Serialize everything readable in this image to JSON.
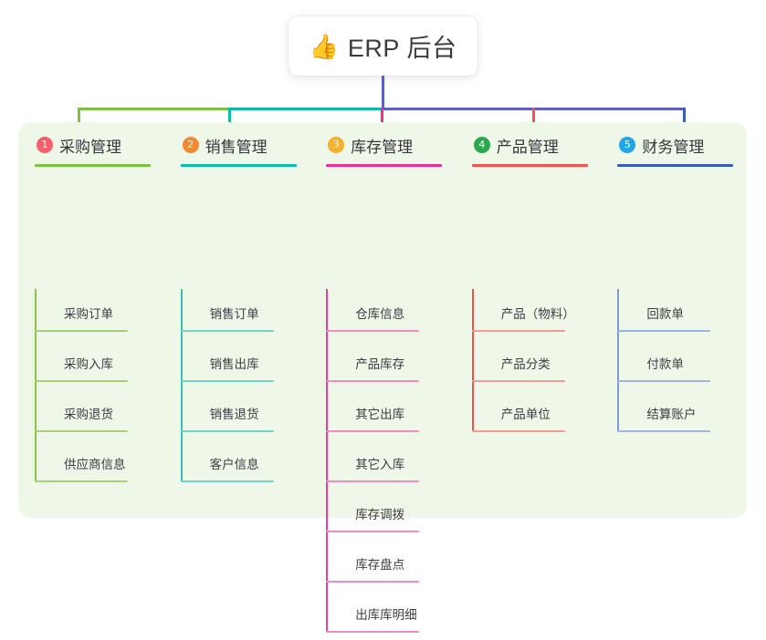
{
  "root": {
    "icon": "thumbs-up-icon",
    "icon_glyph": "👍",
    "title": "ERP 后台"
  },
  "theme": {
    "panel_background": "#eff7e9",
    "page_background": "#ffffff",
    "trunk_color": "#5b5fc7",
    "text_color": "#35353a"
  },
  "columns": [
    {
      "number": "1",
      "title": "采购管理",
      "badge_color": "#F4606C",
      "rule_color": "#7DC242",
      "spine_color": "#8CC63E",
      "item_rule_color": "#a6d178",
      "connector_color": "#7DC242",
      "items": [
        {
          "label": "采购订单"
        },
        {
          "label": "采购入库"
        },
        {
          "label": "采购退货"
        },
        {
          "label": "供应商信息"
        }
      ]
    },
    {
      "number": "2",
      "title": "销售管理",
      "badge_color": "#F08A32",
      "rule_color": "#0FBBA8",
      "spine_color": "#37C2B4",
      "item_rule_color": "#72d4c9",
      "connector_color": "#0FBBA8",
      "items": [
        {
          "label": "销售订单"
        },
        {
          "label": "销售出库"
        },
        {
          "label": "销售退货"
        },
        {
          "label": "客户信息"
        }
      ]
    },
    {
      "number": "3",
      "title": "库存管理",
      "badge_color": "#F5B12E",
      "rule_color": "#EE2C96",
      "spine_color": "#EE3D99",
      "item_rule_color": "#f08dc0",
      "connector_color": "#EE2C96",
      "items": [
        {
          "label": "仓库信息"
        },
        {
          "label": "产品库存"
        },
        {
          "label": "其它出库"
        },
        {
          "label": "其它入库"
        },
        {
          "label": "库存调拨"
        },
        {
          "label": "库存盘点"
        },
        {
          "label": "出库库明细"
        }
      ]
    },
    {
      "number": "4",
      "title": "产品管理",
      "badge_color": "#2EA84F",
      "rule_color": "#F4524D",
      "spine_color": "#F4524D",
      "item_rule_color": "#f69a96",
      "connector_color": "#F4524D",
      "items": [
        {
          "label": "产品（物料）"
        },
        {
          "label": "产品分类"
        },
        {
          "label": "产品单位"
        }
      ]
    },
    {
      "number": "5",
      "title": "财务管理",
      "badge_color": "#23A6E8",
      "rule_color": "#3B5BBF",
      "spine_color": "#7C9BD8",
      "item_rule_color": "#9bb4e0",
      "connector_color": "#3B5BBF",
      "items": [
        {
          "label": "回款单"
        },
        {
          "label": "付款单"
        },
        {
          "label": "结算账户"
        }
      ]
    }
  ]
}
